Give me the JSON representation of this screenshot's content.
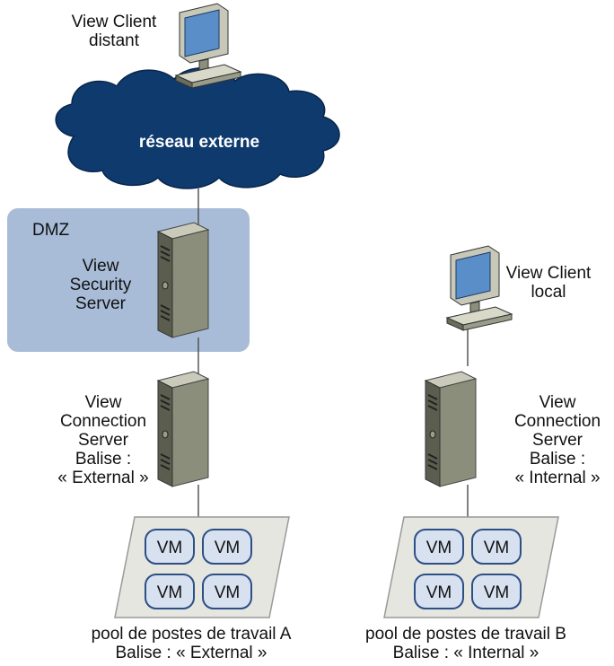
{
  "remote_client": {
    "label": "View Client\ndistant"
  },
  "network": {
    "label": "réseau externe"
  },
  "dmz": {
    "label": "DMZ"
  },
  "security_server": {
    "label": "View\nSecurity\nServer"
  },
  "connection_server_external": {
    "label": "View\nConnection\nServer\nBalise :\n« External »"
  },
  "connection_server_internal": {
    "label": "View\nConnection\nServer\nBalise :\n« Internal »"
  },
  "local_client": {
    "label": "View Client\nlocal"
  },
  "pool_a": {
    "label": "pool de postes de travail A\nBalise : « External »",
    "vms": [
      "VM",
      "VM",
      "VM",
      "VM"
    ]
  },
  "pool_b": {
    "label": "pool de postes de travail B\nBalise : « Internal »",
    "vms": [
      "VM",
      "VM",
      "VM",
      "VM"
    ]
  },
  "colors": {
    "cloud": "#0e3a6e",
    "dmz": "#a8bcd8",
    "server_front": "#5b5d4e",
    "server_side": "#8c8e7c",
    "server_top": "#c9cab9",
    "pool": "#e6e6e0",
    "vm_fill": "#d7e1f0",
    "vm_stroke": "#2c4f85",
    "screen": "#5a8ec8",
    "line": "#555555"
  }
}
